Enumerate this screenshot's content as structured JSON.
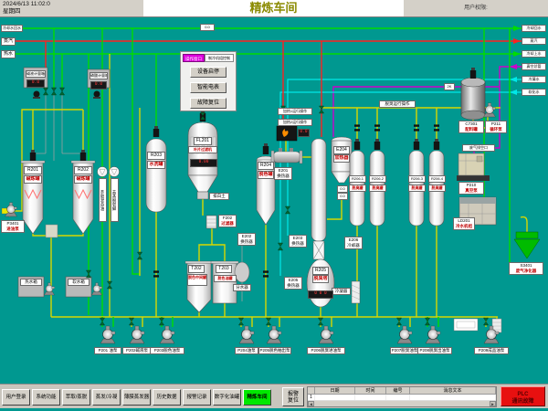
{
  "header": {
    "datetime": "2024/6/13 11:02:0",
    "weekday": "星期四",
    "title": "精炼车间",
    "user_label": "用户权限:"
  },
  "pipes": {
    "left": [
      "冷却水回水",
      "蒸汽",
      "热水"
    ],
    "right": [
      "冷却回水",
      "蒸汽",
      "冷却上水",
      "真空总管",
      "冷凝水",
      "软化水"
    ]
  },
  "panel": {
    "tag": "操作窗口",
    "top_btn": "制冷机组控制",
    "b1": "设备启停",
    "b2": "智能电表",
    "b3": "故障复位"
  },
  "labels": {
    "heat1": "加热1运行操作",
    "heat2": "加热2运行操作",
    "deo_op": "脱臭运行操作",
    "meter1": "碱液计量箱",
    "meter2": "磷酸计量箱",
    "box1": "热水箱",
    "box2": "软水箱",
    "vs1": "萃取混合油",
    "vs2": "去蒸脱皂脚",
    "p3401": "P3401",
    "p3401n": "进油泵",
    "r201": "R201",
    "r201n": "碱炼罐",
    "r202": "R202",
    "r202n": "碱炼罐",
    "r203": "R203",
    "r203n": "水洗罐",
    "fl201": "FL201",
    "fl201n": "叶片过滤机",
    "paitu": "排白土",
    "f202": "F202",
    "f202n": "过滤器",
    "r204": "R204",
    "r204n": "脱色罐",
    "e201": "E201",
    "e201n": "换热器",
    "e202": "E202",
    "e202n": "换热器",
    "e203": "E203",
    "e203n": "换热器",
    "e204": "E204",
    "e204n": "加热器",
    "e205": "E205",
    "e205n": "换热器",
    "e206": "E206",
    "e206n": "冷却器",
    "cond": "冷凝器",
    "sep": "分水器",
    "t202": "T202",
    "t202n": "脱色中间罐",
    "t203": "T203",
    "t203n": "脱色油罐",
    "r205": "R205",
    "r205n": "脱臭塔",
    "r2061": "R206.1",
    "r2062": "R206.2",
    "r2063": "R206.3",
    "r2064": "R206.4",
    "r206n": "脱臭罐",
    "c7301": "C7301",
    "c7301n": "配料罐",
    "p211": "P211",
    "p211n": "循环泵",
    "p210": "P210",
    "p210n": "真空泵",
    "vent": "废气排空口",
    "ld201": "LD201",
    "ld201n": "冷水机组",
    "s3401": "S3401",
    "s3401n": "废气净化器",
    "k2": "2K"
  },
  "readouts": {
    "v1": "0.0",
    "v2": "0.00",
    "v3": "0 0 0"
  },
  "pumps": [
    "P201 油泵",
    "P202碱液泵",
    "P203脱色油泵",
    "P204油泵",
    "P205脱色抽出泵",
    "P206脱臭进油泵",
    "P207脱臭油泵",
    "P208脱臭出油泵",
    "P209成品油泵"
  ],
  "nav": [
    "用户登录",
    "系统功能",
    "萃取/蒸脱",
    "蒸发/冷凝",
    "薄膜蒸发器",
    "历史数据",
    "报警记录",
    "数字化油罐",
    "精炼车间"
  ],
  "alarm": {
    "reset1": "报警",
    "reset2": "复位",
    "headers": [
      "日期",
      "时间",
      "编号",
      "消息文本"
    ],
    "row": "1",
    "scroll_left": "◄",
    "scroll_right": "►",
    "plc1": "PLC",
    "plc2": "通讯故障"
  },
  "colors": {
    "background": "#009890",
    "pipe_green": "#00dd00",
    "pipe_red": "#ff2020",
    "pipe_yellow": "#d8d800",
    "pipe_cyan": "#00e8e8",
    "pipe_magenta": "#cc00cc",
    "nav_active": "#00e800",
    "alarm_red": "#e81010"
  }
}
